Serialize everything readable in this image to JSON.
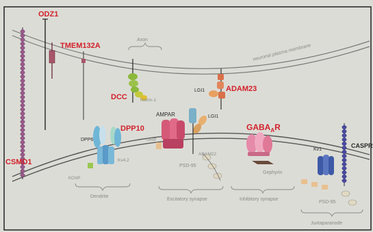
{
  "labels": {
    "odz1": "ODZ1",
    "tmem132a": "TMEM132A",
    "csmd1": "CSMD1",
    "dcc": "DCC",
    "dpp10": "DPP10",
    "adam23": "ADAM23",
    "gabaar": "GABAₐR",
    "caspr": "CASPR",
    "axon": "Axon",
    "netrin": "Netrin-1",
    "membrane": "neuronal plasma membrane",
    "lgi1_top": "LGI1",
    "lgi1_bottom": "LGI1",
    "ampar": "AMPAR",
    "tarp": "TARP",
    "adam22": "ADAM22",
    "dpp6": "DPP6",
    "kv42": "Kv4.2",
    "kchip": "KChIP",
    "psd95_exc": "PSD-95",
    "gephyrin": "Gephyrin",
    "kv1": "Kv1",
    "psd95_jux": "PSD-95",
    "dendrite": "Dendrite",
    "excitatory": "Excitatory synapse",
    "inhibitory": "Inhibitory synapse",
    "juxtaparanode": "Juxtaparanode"
  },
  "colors": {
    "background": "#dcdcd6",
    "frame": "#222222",
    "red_label": "#d2202a",
    "csmd1": "#8a4a7a",
    "dcc": "#8bb83a",
    "adam": "#d9704a",
    "ampar": "#d45a78",
    "gaba": "#e58aa8",
    "dpp": "#6fb6d6",
    "kv": "#3e5aa6"
  }
}
